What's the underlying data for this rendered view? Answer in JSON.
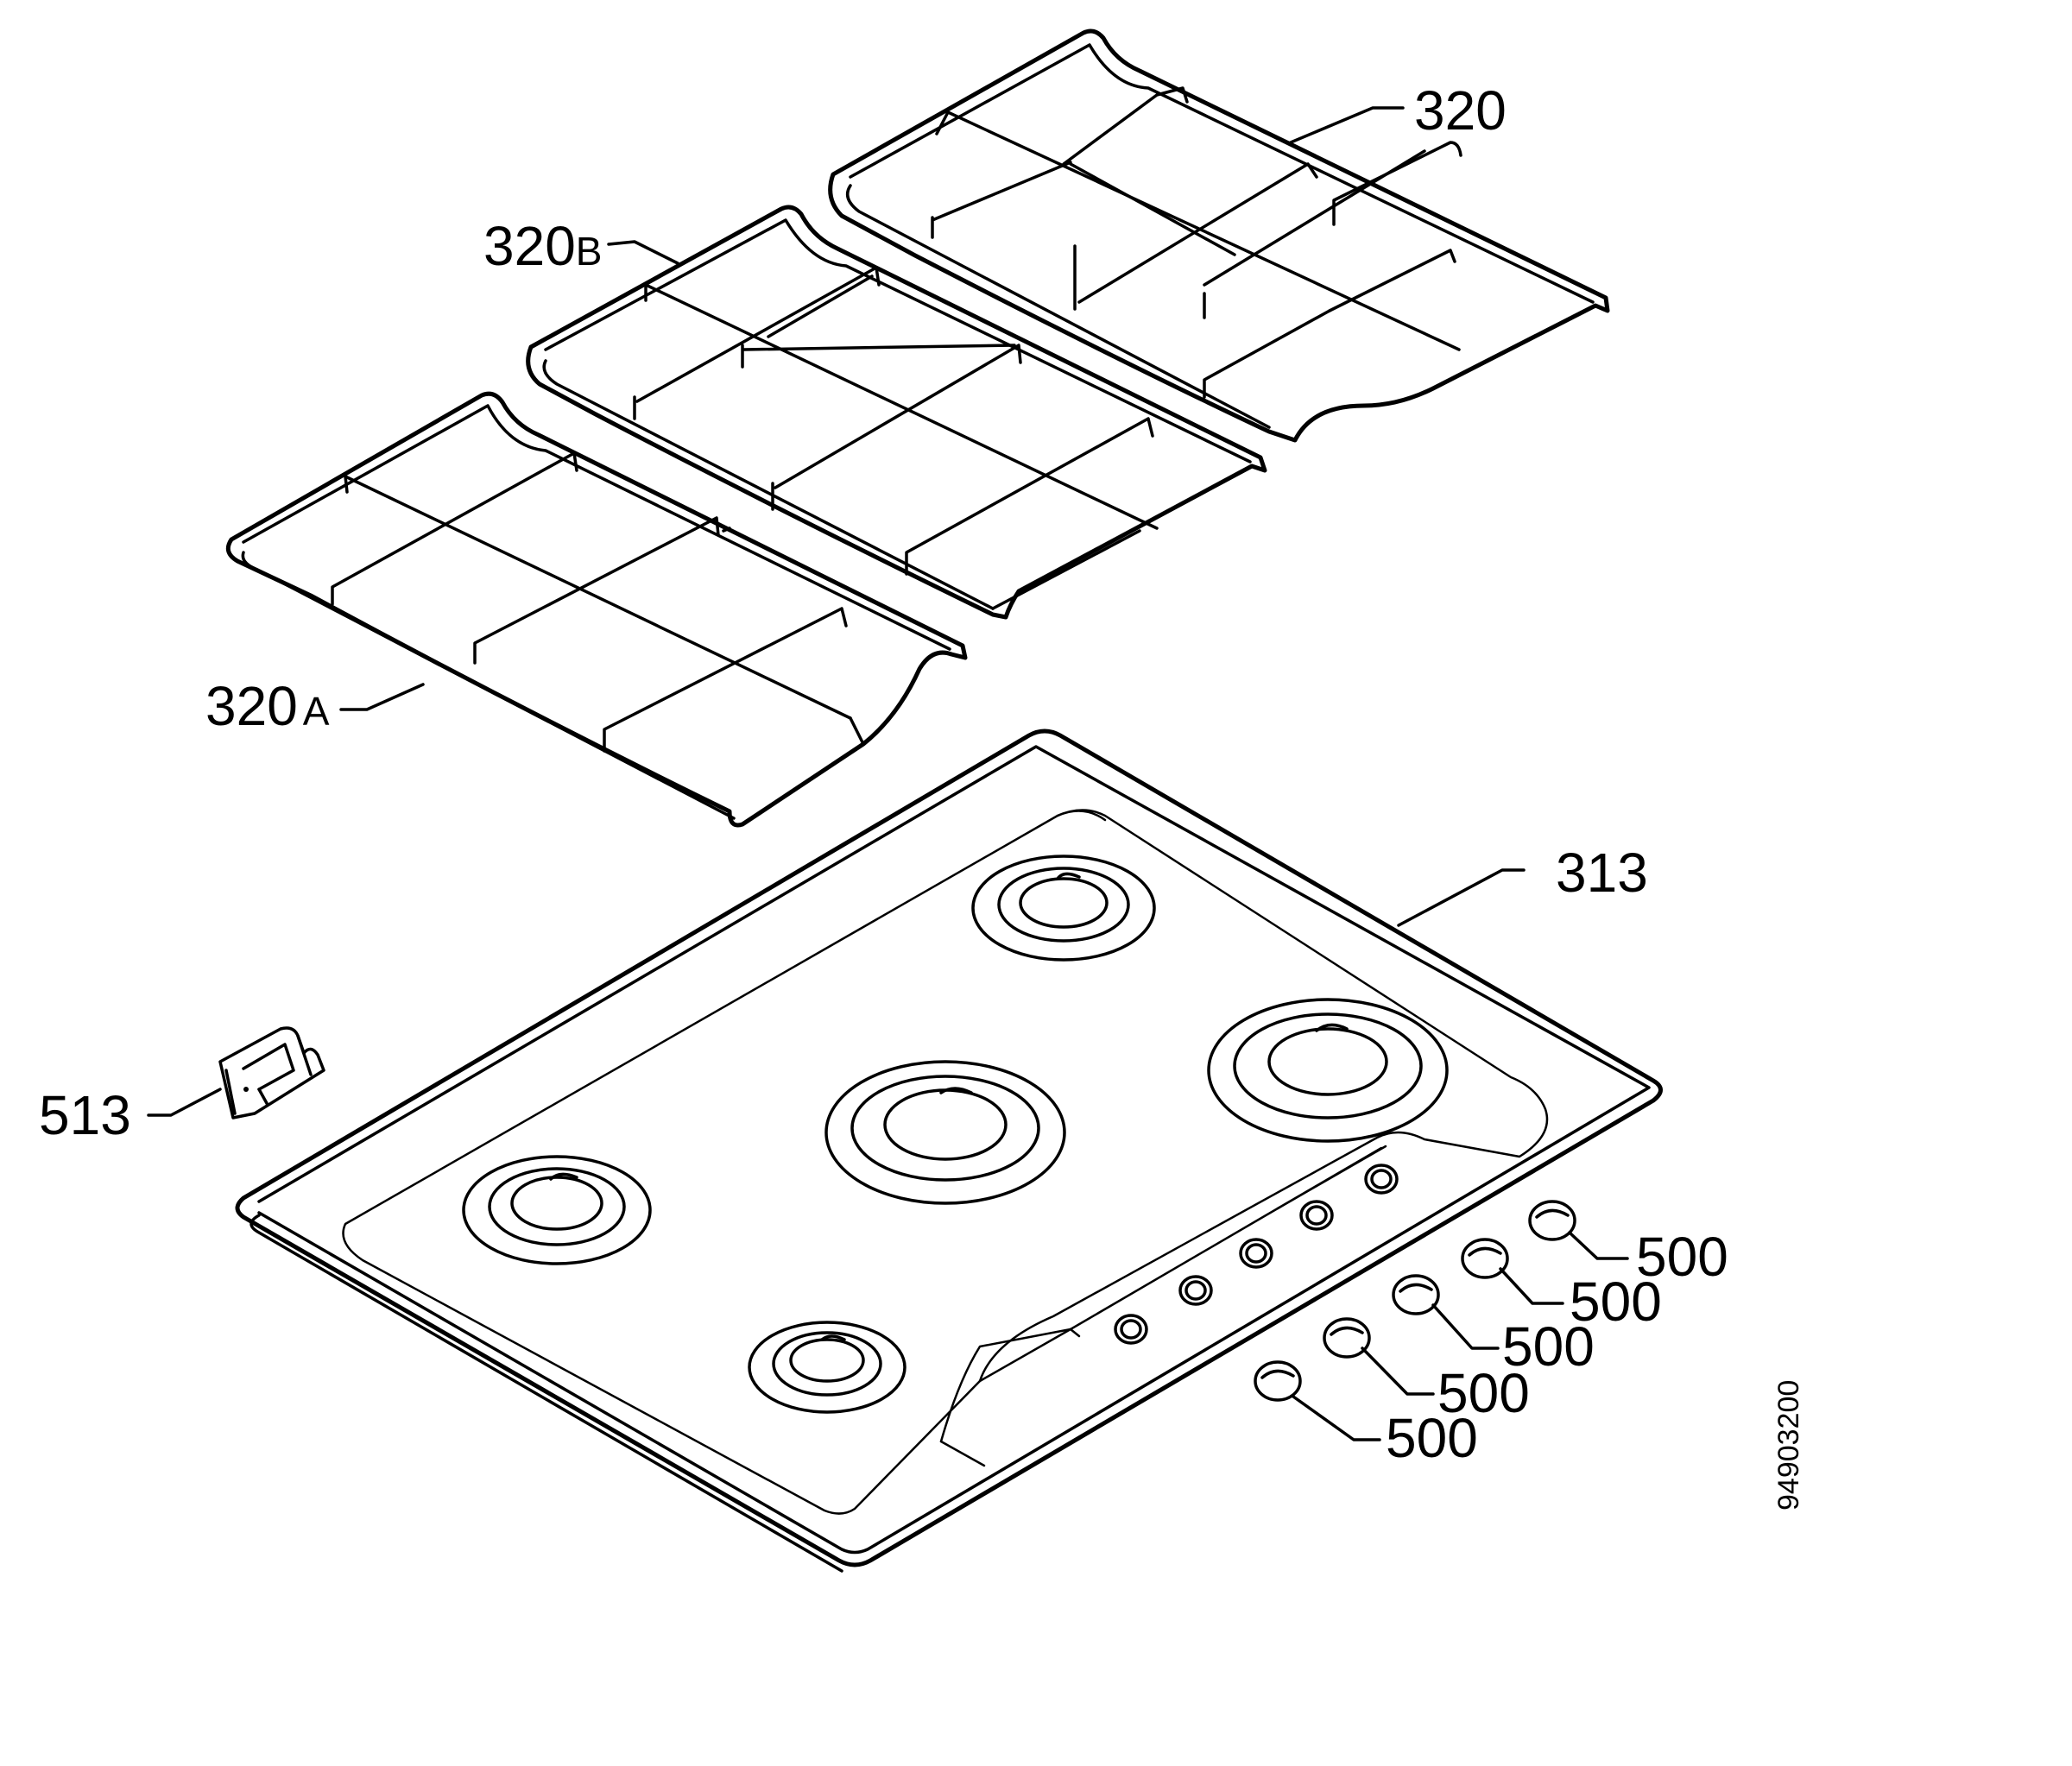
{
  "labels": {
    "grid_right": {
      "number": "320",
      "suffix": ""
    },
    "grid_middle": {
      "number": "320",
      "suffix": "B"
    },
    "grid_left": {
      "number": "320",
      "suffix": "A"
    },
    "hob_top": "313",
    "clip": "513",
    "knob_1": "500",
    "knob_2": "500",
    "knob_3": "500",
    "knob_4": "500",
    "knob_5": "500"
  },
  "drawing_code": "94903200"
}
